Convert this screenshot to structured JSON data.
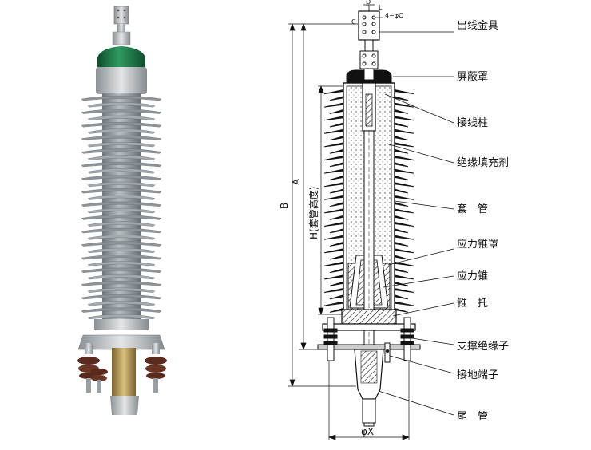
{
  "labels": {
    "outlet_fitting": "出线金具",
    "shield": "屏蔽罩",
    "terminal_post": "接线柱",
    "insulating_filler": "绝缘填充剂",
    "bushing": "套　管",
    "stress_cone_cover": "应力锥罩",
    "stress_cone": "应力锥",
    "cone_holder": "锥　托",
    "support_insulator": "支撑绝缘子",
    "ground_terminal": "接地端子",
    "tail_pipe": "尾　管"
  },
  "dims": {
    "B": "B",
    "A": "A",
    "H": "H",
    "H_note": "(套管高度)",
    "X": "φX",
    "hole": "4−φQ",
    "C": "C",
    "D": "D",
    "L": "L"
  },
  "colors": {
    "porcelain": "#9aa1a6",
    "cap_green": "#1f7a4a",
    "brass": "#b69a55",
    "metal": "#c9ccce"
  }
}
